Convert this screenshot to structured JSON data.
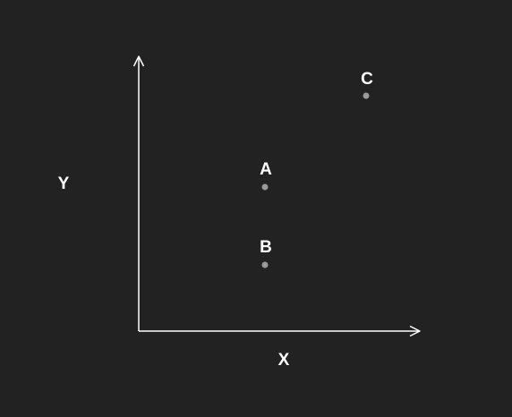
{
  "colors": {
    "background": "#222222",
    "axis": "#ffffff",
    "point": "#9a9a9a",
    "label": "#ffffff"
  },
  "axes": {
    "x_label": "X",
    "y_label": "Y"
  },
  "points": [
    {
      "label": "A"
    },
    {
      "label": "B"
    },
    {
      "label": "C"
    }
  ]
}
